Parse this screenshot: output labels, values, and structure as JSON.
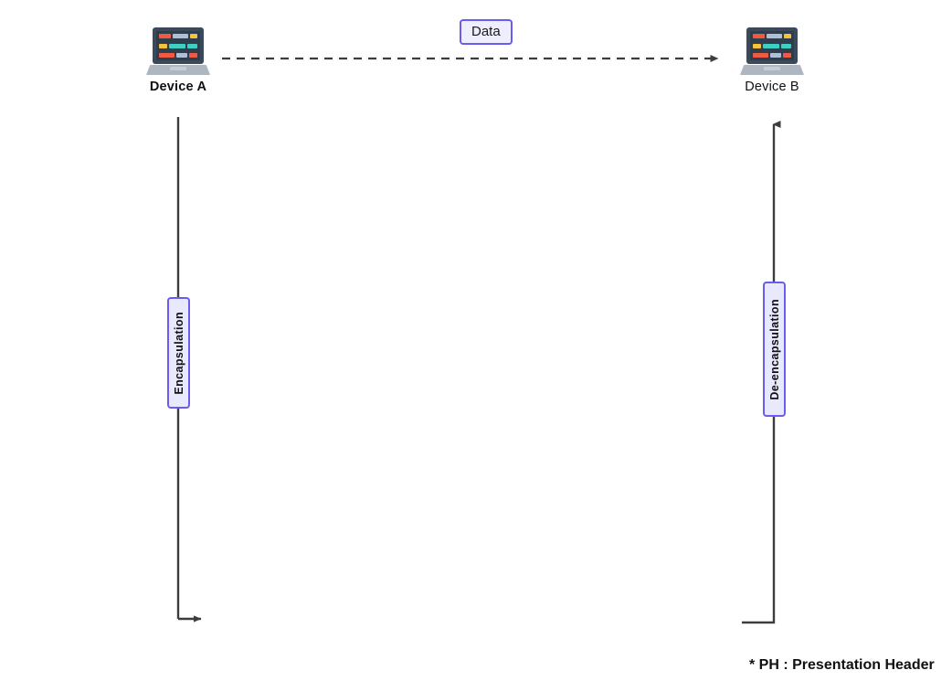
{
  "diagram": {
    "nodes": {
      "device_a": {
        "label": "Device A",
        "icon": "laptop-icon"
      },
      "device_b": {
        "label": "Device B",
        "icon": "laptop-icon"
      }
    },
    "flow_label": {
      "text": "Data"
    },
    "process_left": {
      "label": "Encapsulation"
    },
    "process_right": {
      "label": "De-encapsulation"
    },
    "footnote": {
      "text": "* PH : Presentation Header"
    },
    "colors": {
      "accent_border": "#6a5cf0",
      "accent_fill": "#e9e9fd",
      "line": "#3d3d3d",
      "text": "#111111",
      "laptop_lid": "#3b4a5a",
      "laptop_screen": "#2f3d4c",
      "laptop_base": "#aeb6c2",
      "bar_red": "#f05a43",
      "bar_yellow": "#f5c33b",
      "bar_teal": "#3fd0c3",
      "bar_blue": "#aebfd6"
    }
  }
}
